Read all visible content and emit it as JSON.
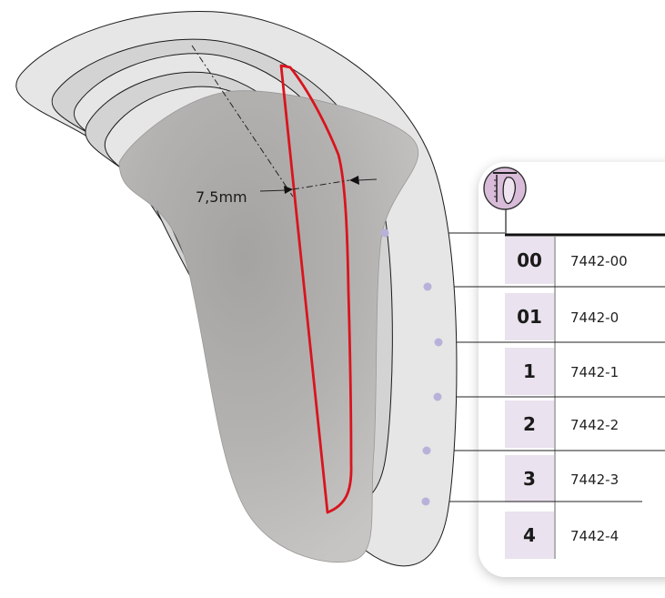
{
  "measurement": {
    "label": "7,5mm"
  },
  "sizes": [
    {
      "code": "00",
      "article": "7442-00"
    },
    {
      "code": "01",
      "article": "7442-0"
    },
    {
      "code": "1",
      "article": "7442-1"
    },
    {
      "code": "2",
      "article": "7442-2"
    },
    {
      "code": "3",
      "article": "7442-3"
    },
    {
      "code": "4",
      "article": "7442-4"
    }
  ],
  "icons": {
    "header": "foot-insole-measure-icon"
  },
  "colors": {
    "outline_red": "#d9141e",
    "marker_dot": "#b8b2da",
    "code_cell_bg": "#eae2ee",
    "icon_fill": "#d8bcd9",
    "rim_light": "#e4e4e4",
    "rim_mid": "#cfcfcf"
  }
}
